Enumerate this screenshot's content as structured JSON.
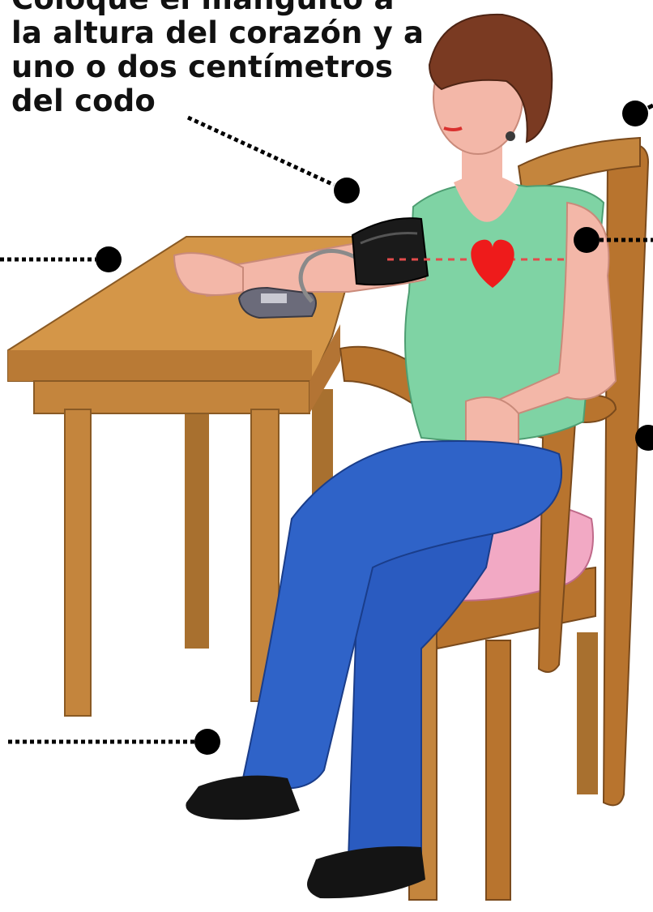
{
  "caption": {
    "lines": [
      "Coloque el manguito a",
      "la altura del corazón y a",
      "uno o dos centímetros",
      "del codo"
    ]
  },
  "colors": {
    "background": "#ffffff",
    "table_wood": "#c98a3c",
    "chair_wood": "#b8742e",
    "shirt": "#7fd3a4",
    "jeans": "#2f63c8",
    "cuff": "#1a1a1a",
    "heart": "#ee1b1b",
    "cushion": "#f2a9c4",
    "skin": "#f3b7a8",
    "hair": "#7a3a22",
    "callout_dot": "#000000"
  },
  "illustration": {
    "subject": "woman-seated-taking-blood-pressure",
    "icons": [
      "heart-icon",
      "blood-pressure-cuff",
      "blood-pressure-monitor"
    ]
  }
}
